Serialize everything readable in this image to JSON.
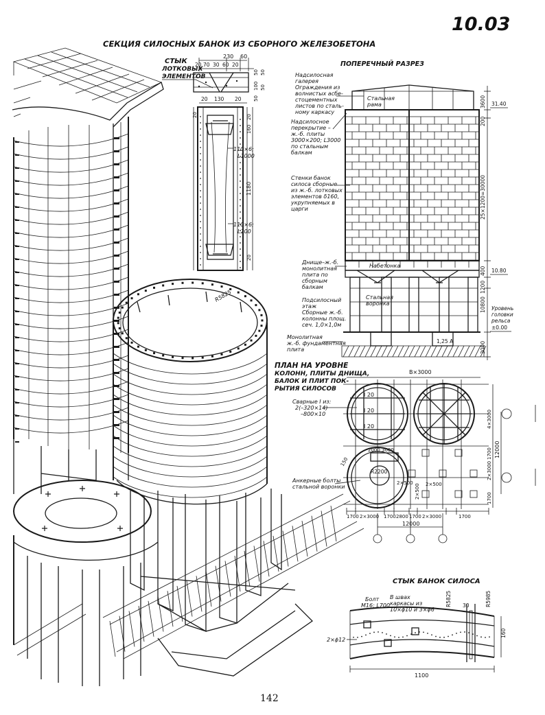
{
  "sheet": {
    "code": "10.03",
    "title": "СЕКЦИЯ СИЛОСНЫХ БАНОК ИЗ СБОРНОГО ЖЕЛЕЗОБЕТОНА",
    "page_number": "142"
  },
  "joint_detail": {
    "title_line1": "СТЫК",
    "title_line2": "ЛОТКОВЫХ",
    "title_line3": "ЭЛЕМЕНТОВ",
    "dims_top": [
      "230",
      "60"
    ],
    "dims_row2": [
      "20",
      "70",
      "30",
      "60",
      "20"
    ],
    "dims_row3": [
      "20",
      "130",
      "20"
    ],
    "dims_right": [
      "50",
      "50",
      "100",
      "50",
      "50"
    ],
    "dim_1180": "1180",
    "note_a1": "110×6;",
    "note_a2": "L1000",
    "note_b1": "110×6;",
    "note_b2": "L200",
    "dim_side_20a": "20",
    "dim_side_20b": "20",
    "dim_side_160": "160",
    "dim_side_20c": "20"
  },
  "cross_section": {
    "title": "ПОПЕРЕЧНЫЙ РАЗРЕЗ",
    "label_gallery": [
      "Надсилосная",
      "галерея",
      "Ограждения из",
      "волнистых асбе-",
      "стоцементных",
      "листов по сталь-",
      "ному каркасу"
    ],
    "label_frame": [
      "Стальная",
      "рама"
    ],
    "label_cover": [
      "Надсилосное",
      "перекрытие –",
      "ж.-б. плиты",
      "3000×200; L3000",
      "по стальным",
      "балкам"
    ],
    "label_walls": [
      "Стенки банок",
      "силоса сборные",
      "из ж.-б. лотковых",
      "элементов δ160,",
      "укрупняемых в",
      "царги"
    ],
    "label_bottom": [
      "Днище–ж.-б.",
      "монолитная",
      "плита по",
      "сборным",
      "балкам"
    ],
    "label_fill": "Набетонка",
    "label_under": [
      "Подсилосный",
      "этаж",
      "Сборные ж.-б.",
      "колонны площ.",
      "сеч. 1,0×1,0м"
    ],
    "label_funnel": [
      "Стальная",
      "воронка"
    ],
    "label_foundation": [
      "Монолитная",
      "ж.-б. фундаментная",
      "плита"
    ],
    "label_rail": [
      "Уровень",
      "головки",
      "рельса"
    ],
    "elev_3140": "31.40",
    "elev_1080": "10.80",
    "elev_000": "±0.00",
    "dim_3600": "3600",
    "dim_200": "200",
    "dim_total": "25×1200=30000",
    "dim_400": "400",
    "dim_1200": "1200",
    "dim_10800": "10800",
    "dim_3000": "3000",
    "dim_base": "1,25 А"
  },
  "plan": {
    "title": [
      "ПЛАН НА УРОВНЕ",
      "КОЛОНН, ПЛИТЫ ДНИЩА,",
      "БАЛОК И ПЛИТ ПОК-",
      "РЫТИЯ СИЛОСОВ"
    ],
    "label_beams": [
      "Сварные I из:",
      "2(–320×14)",
      "–800×10"
    ],
    "label_anchor": [
      "Анкерные болты",
      "стальной воронки"
    ],
    "beam_marks": [
      "I 20",
      "I 20",
      "I 20"
    ],
    "dim_top": "В×3000",
    "dims_bottom": [
      "1700",
      "2×3000",
      "1700",
      "2800",
      "1700",
      "2×3000",
      "1700"
    ],
    "dim_total": "12000",
    "dims_right": [
      "4×3000",
      "1700",
      "2×3000",
      "1700"
    ],
    "dim_right_total": "12000",
    "dims_inner": [
      "2000",
      "3000"
    ],
    "dims_small": [
      "2×500",
      "2×500",
      "2×500"
    ],
    "dim_150": "150",
    "dim_r": "R2200"
  },
  "silo_joint": {
    "title": "СТЫК БАНОК СИЛОСА",
    "label_bolt": [
      "Болт",
      "М16; L700"
    ],
    "label_frames": [
      "В швах",
      "каркасы из",
      "10×ϕ10 и 3×ϕ6"
    ],
    "label_rebar": "2×ϕ12",
    "dim_r1": "R5825",
    "dim_r2": "R5985",
    "dim_30": "30",
    "dim_160": "160",
    "dim_1100": "1100"
  },
  "perspective": {
    "label_radius": "R5825"
  }
}
